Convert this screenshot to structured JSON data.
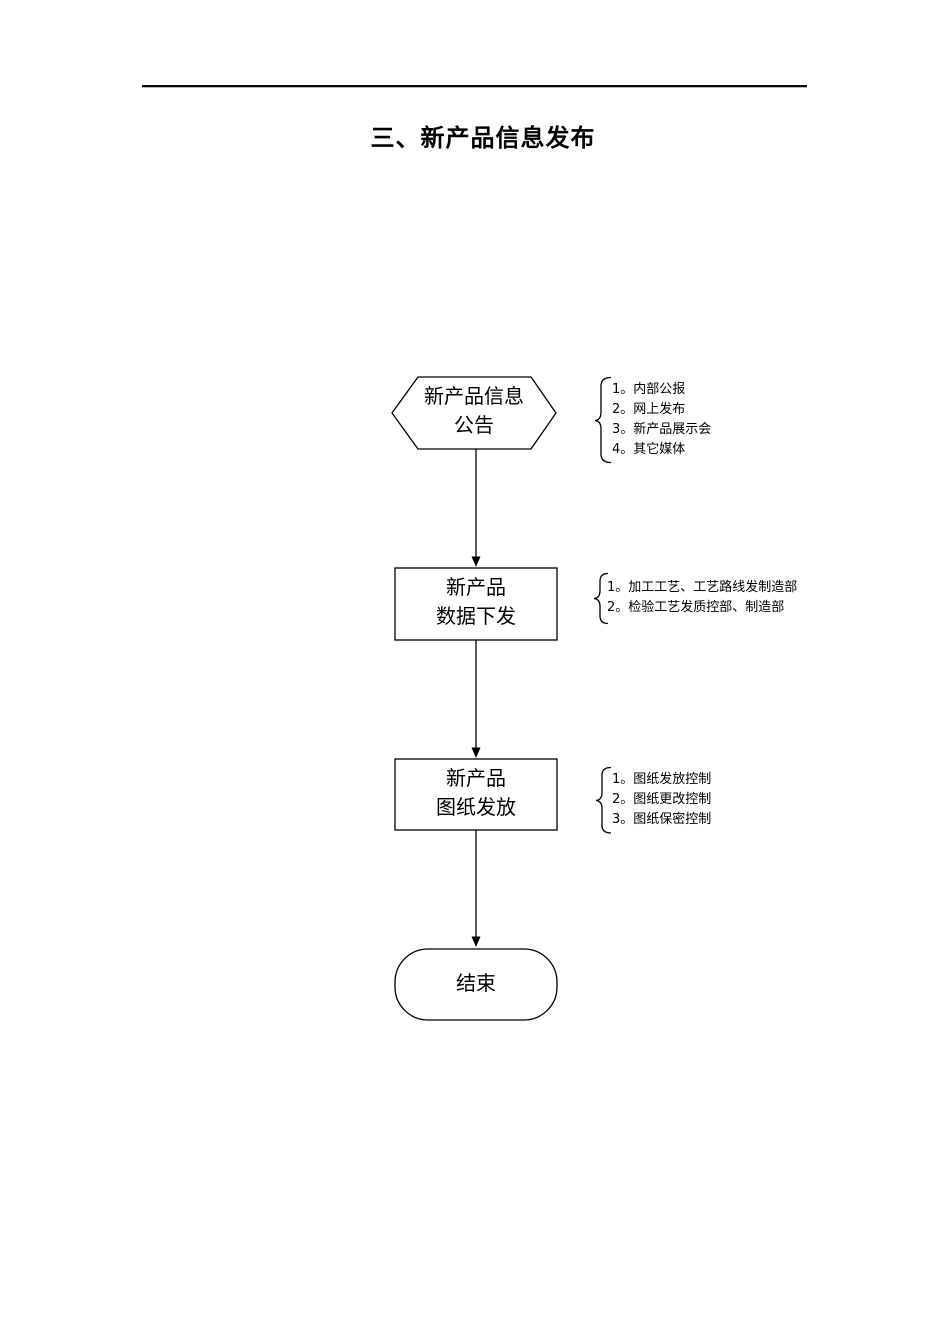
{
  "document": {
    "title": "三、新产品信息发布"
  },
  "flowchart": {
    "colors": {
      "stroke": "#000000",
      "background": "#ffffff"
    },
    "nodes": [
      {
        "id": "info-announcement",
        "shape": "hexagon",
        "line1": "新产品信息",
        "line2": "公告"
      },
      {
        "id": "data-release",
        "shape": "rectangle",
        "line1": "新产品",
        "line2": "数据下发"
      },
      {
        "id": "drawing-release",
        "shape": "rectangle",
        "line1": "新产品",
        "line2": "图纸发放"
      },
      {
        "id": "end",
        "shape": "terminator",
        "line1": "结束"
      }
    ],
    "annotations": [
      {
        "for": "info-announcement",
        "items": [
          "1。内部公报",
          "2。网上发布",
          "3。新产品展示会",
          "4。其它媒体"
        ]
      },
      {
        "for": "data-release",
        "items": [
          "1。加工工艺、工艺路线发制造部",
          "2。检验工艺发质控部、制造部"
        ]
      },
      {
        "for": "drawing-release",
        "items": [
          "1。图纸发放控制",
          "2。图纸更改控制",
          "3。图纸保密控制"
        ]
      }
    ]
  }
}
